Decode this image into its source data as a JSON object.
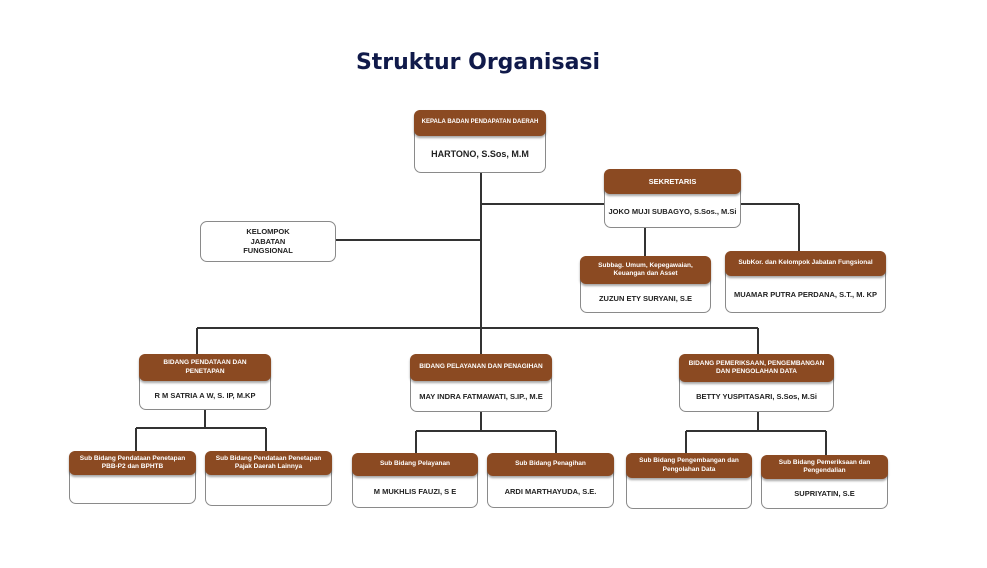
{
  "title": "Struktur Organisasi",
  "colors": {
    "header": "#8b4a22",
    "title": "#101a4a",
    "line": "#333333"
  },
  "nodes": {
    "kepala": {
      "header": "KEPALA BADAN PENDAPATAN DAERAH",
      "name": "HARTONO, S.Sos, M.M"
    },
    "sekretaris": {
      "header": "SEKRETARIS",
      "name": "JOKO MUJI SUBAGYO, S.Sos., M.Si"
    },
    "fungsional": {
      "name": "KELOMPOK JABATAN FUNGSIONAL"
    },
    "subbag_umum": {
      "header": "Subbag. Umum, Kepegawaian, Keuangan dan Asset",
      "name": "ZUZUN ETY SURYANI, S.E"
    },
    "subkor": {
      "header": "SubKor. dan Kelompok Jabatan Fungsional",
      "name": "MUAMAR PUTRA PERDANA, S.T., M. KP"
    },
    "bidang_pendataan": {
      "header": "BIDANG PENDATAAN DAN PENETAPAN",
      "name": "R M SATRIA A W, S. IP, M.KP"
    },
    "bidang_pelayanan": {
      "header": "BIDANG PELAYANAN DAN PENAGIHAN",
      "name": "MAY INDRA FATMAWATI, S.IP., M.E"
    },
    "bidang_pemeriksaan": {
      "header": "BIDANG PEMERIKSAAN, PENGEMBANGAN DAN PENGOLAHAN DATA",
      "name": "BETTY YUSPITASARI, S.Sos, M.Si"
    },
    "sub_pbb": {
      "header": "Sub  Bidang Pendataan Penetapan PBB-P2 dan BPHTB",
      "name": ""
    },
    "sub_pajak": {
      "header": "Sub  Bidang Pendataan Penetapan Pajak Daerah Lainnya",
      "name": ""
    },
    "sub_pelayanan": {
      "header": "Sub Bidang Pelayanan",
      "name": "M MUKHLIS FAUZI, S E"
    },
    "sub_penagihan": {
      "header": "Sub Bidang Penagihan",
      "name": "ARDI MARTHAYUDA, S.E."
    },
    "sub_pengembangan": {
      "header": "Sub Bidang Pengembangan dan Pengolahan Data",
      "name": ""
    },
    "sub_pemeriksaan": {
      "header": "Sub Bidang Pemeriksaan dan Pengendalian",
      "name": "SUPRIYATIN, S.E"
    }
  }
}
